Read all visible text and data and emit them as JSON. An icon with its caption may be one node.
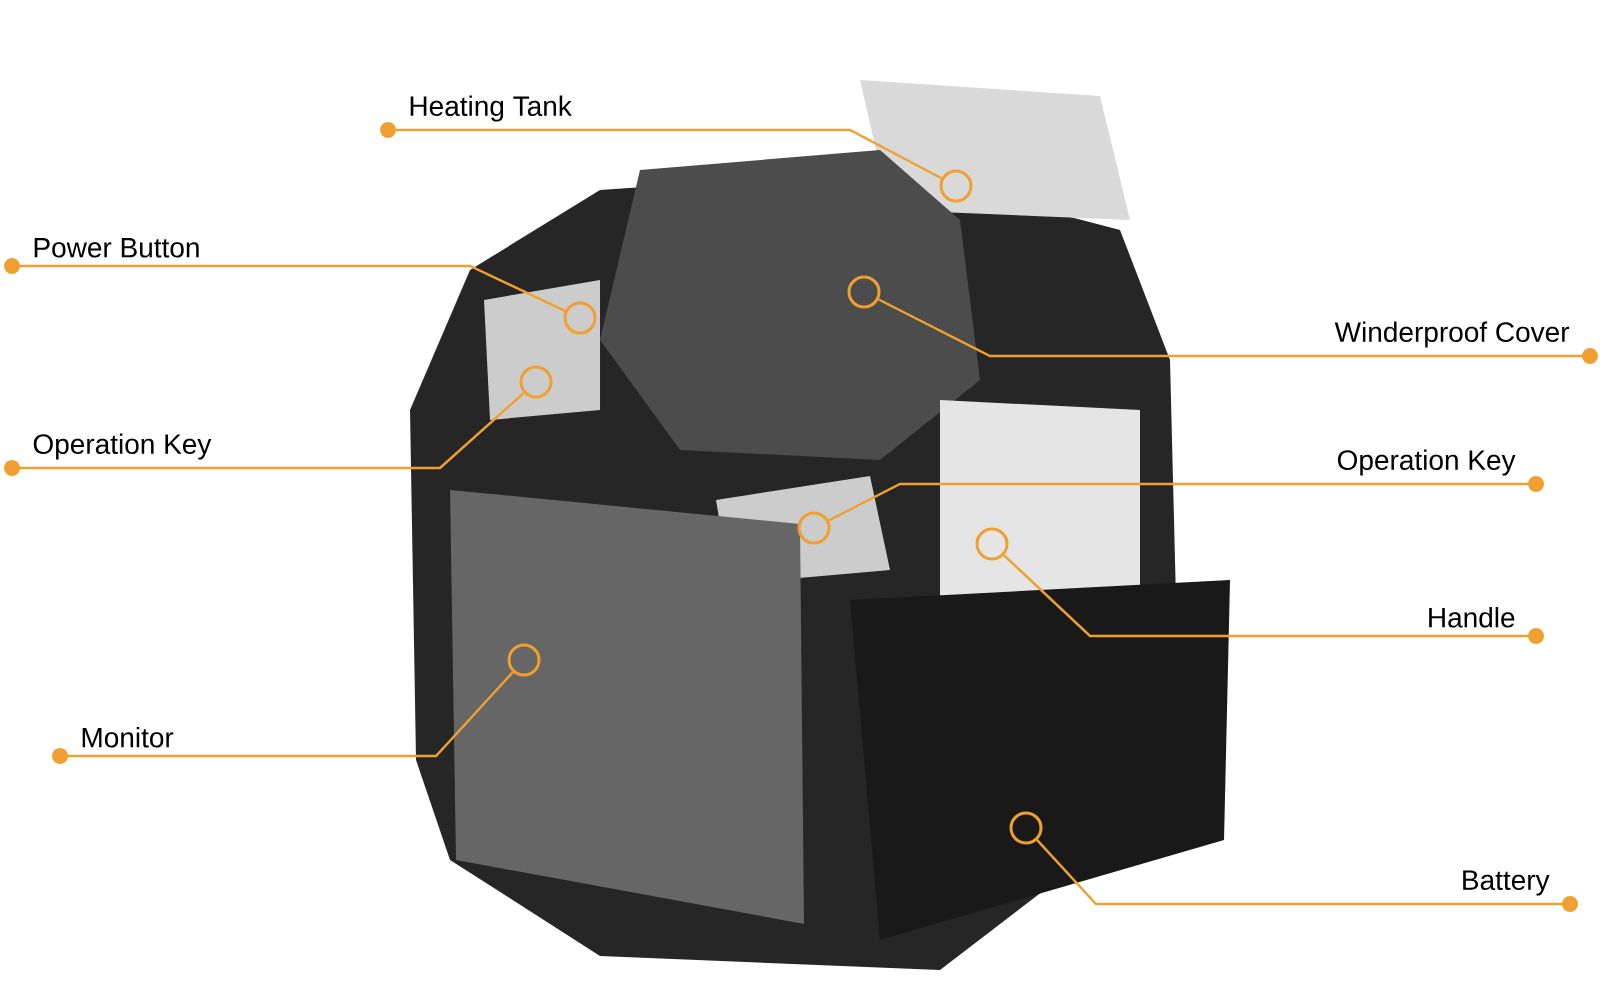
{
  "diagram": {
    "nodes": [
      {
        "text": [
          "Heating Tank"
        ]
      },
      {
        "text": [
          "Power Button"
        ]
      },
      {
        "text": [
          "Operation Key"
        ]
      },
      {
        "text": [
          "Winderproof Cover"
        ]
      },
      {
        "text": [
          "Operation Key"
        ]
      },
      {
        "text": [
          "Handle"
        ]
      },
      {
        "text": [
          "Monitor"
        ]
      },
      {
        "text": [
          "Battery"
        ]
      },
      {
        "text": [],
        "shape": "circle"
      },
      {
        "text": [],
        "shape": "circle"
      },
      {
        "text": [],
        "shape": "circle"
      },
      {
        "text": [],
        "shape": "circle"
      },
      {
        "text": [],
        "shape": "circle"
      },
      {
        "text": [],
        "shape": "circle"
      },
      {
        "text": [],
        "shape": "circle"
      },
      {
        "text": [],
        "shape": "circle"
      }
    ],
    "edges": [
      {
        "from": 0,
        "to": 8,
        "arrow": "other"
      },
      {
        "from": 1,
        "to": 9,
        "arrow": "other"
      },
      {
        "from": 2,
        "to": 10,
        "arrow": "other"
      },
      {
        "from": 3,
        "to": 11,
        "arrow": "other"
      },
      {
        "from": 4,
        "to": 12,
        "arrow": "other"
      },
      {
        "from": 5,
        "to": 13,
        "arrow": "other"
      },
      {
        "from": 6,
        "to": 14,
        "arrow": "other"
      },
      {
        "from": 7,
        "to": 15,
        "arrow": "other"
      }
    ]
  }
}
